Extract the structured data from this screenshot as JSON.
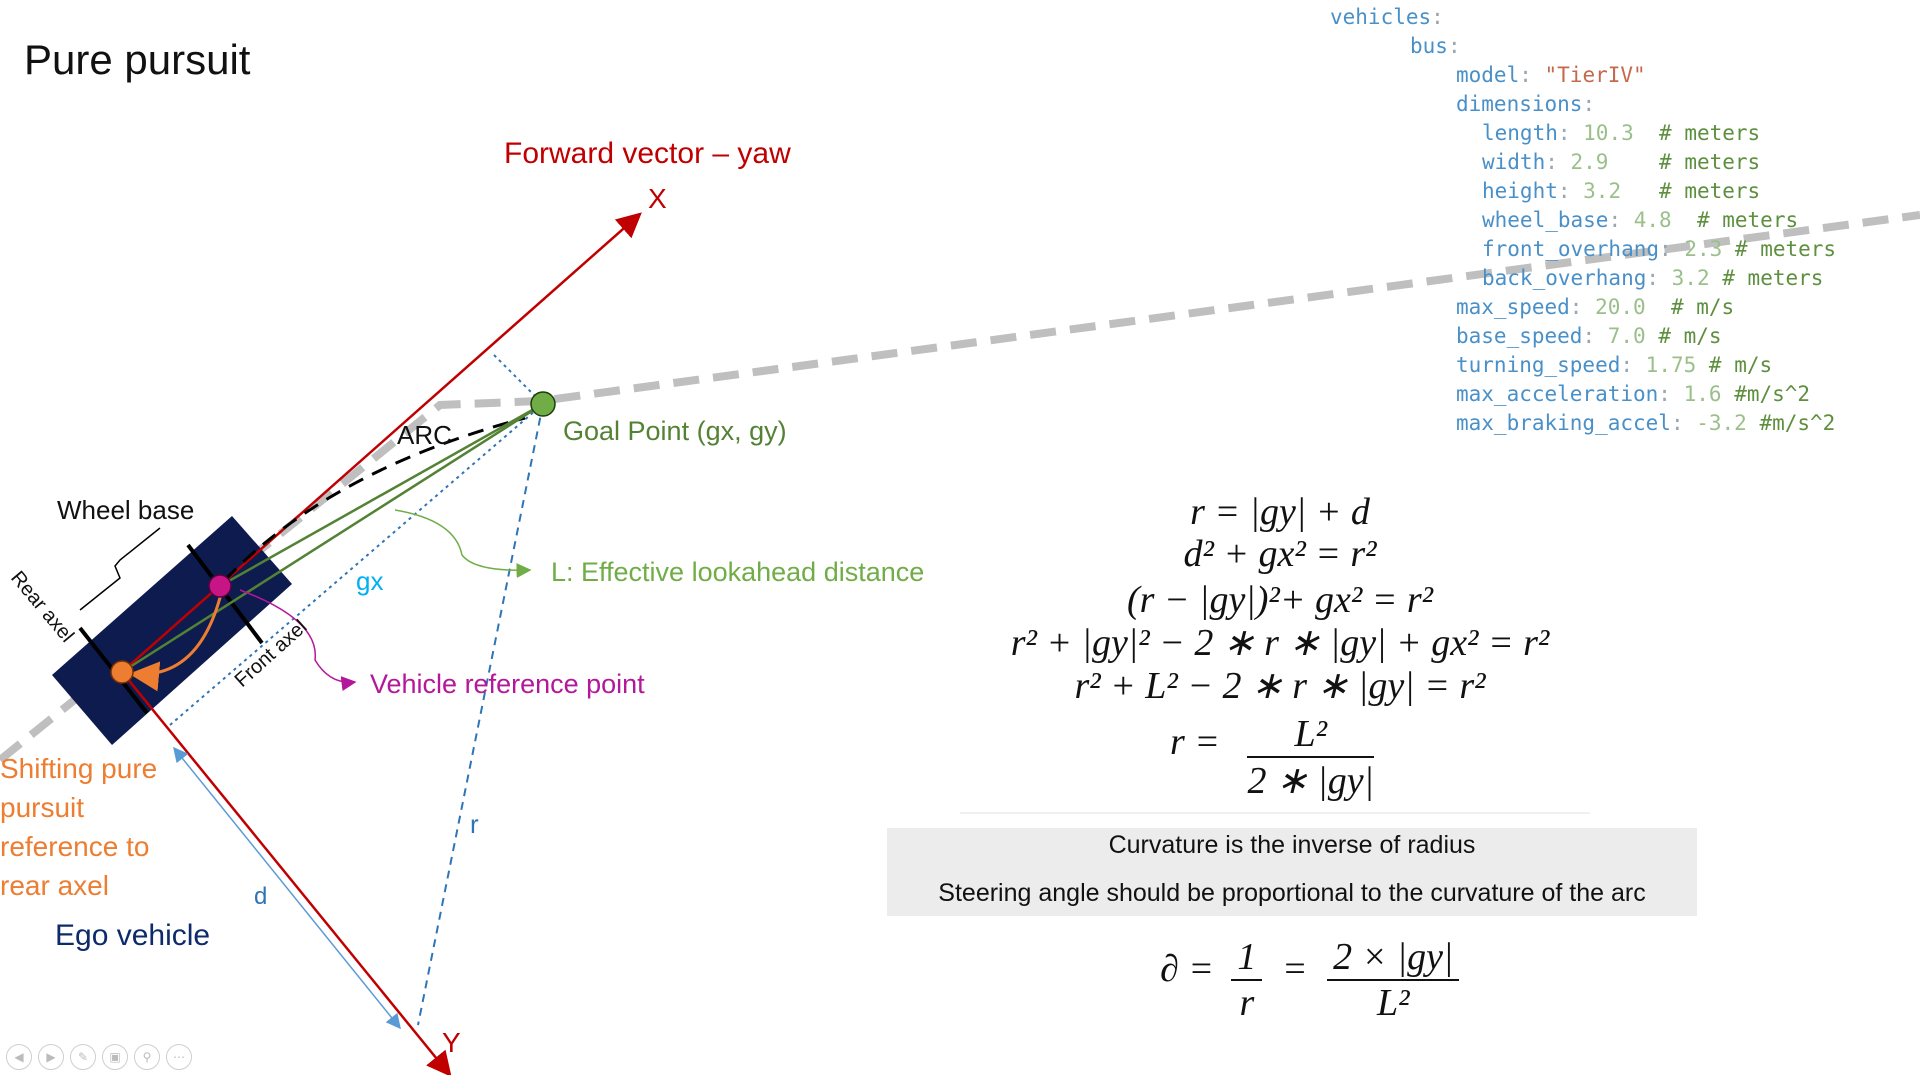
{
  "title": "Pure pursuit",
  "labels": {
    "forward_vector": "Forward vector – yaw",
    "x_axis": "X",
    "y_axis": "Y",
    "arc": "ARC",
    "goal_point": "Goal Point (gx, gy)",
    "wheel_base": "Wheel base",
    "rear_axel": "Rear axel",
    "front_axel": "Front axel",
    "gx": "gx",
    "lookahead": "L: Effective lookahead distance",
    "vehicle_ref": "Vehicle reference point",
    "shift_line1": "Shifting pure",
    "shift_line2": "pursuit",
    "shift_line3": "reference to",
    "shift_line4": "rear axel",
    "ego_vehicle": "Ego vehicle",
    "r": "r",
    "d": "d"
  },
  "config": {
    "vehicles": "vehicles",
    "bus": "bus",
    "model_key": "model",
    "model_val": "\"TierIV\"",
    "dimensions": "dimensions",
    "rows": [
      {
        "key": "length",
        "val": "10.3",
        "comment": "# meters"
      },
      {
        "key": "width",
        "val": "2.9",
        "comment": "# meters"
      },
      {
        "key": "height",
        "val": "3.2",
        "comment": "# meters"
      },
      {
        "key": "wheel_base",
        "val": "4.8",
        "comment": "# meters"
      },
      {
        "key": "front_overhang",
        "val": "2.3",
        "comment": "# meters"
      },
      {
        "key": "back_overhang",
        "val": "3.2",
        "comment": "# meters"
      }
    ],
    "top_rows": [
      {
        "key": "max_speed",
        "val": "20.0",
        "comment": "# m/s"
      },
      {
        "key": "base_speed",
        "val": "7.0",
        "comment": "# m/s"
      },
      {
        "key": "turning_speed",
        "val": "1.75",
        "comment": "# m/s"
      },
      {
        "key": "max_acceleration",
        "val": "1.6",
        "comment": "#m/s^2"
      },
      {
        "key": "max_braking_accel",
        "val": "-3.2",
        "comment": "#m/s^2"
      }
    ]
  },
  "equations": {
    "eq1": "r = |gy| + d",
    "eq2": "d² + gx² = r²",
    "eq3": "(r − |gy|)²+ gx² = r²",
    "eq4": "r² + |gy|² − 2 ∗ r ∗ |gy| + gx² = r²",
    "eq5": "r² + L² − 2 ∗ r ∗ |gy| = r²",
    "eq6_lhs": "r =",
    "eq6_num": "L²",
    "eq6_den": "2 ∗ |gy|",
    "final_lhs": "∂ =",
    "final_f1_num": "1",
    "final_f1_den": "r",
    "final_eq": "=",
    "final_f2_num": "2 × |gy|",
    "final_f2_den": "L²"
  },
  "notes": {
    "line1": "Curvature is the inverse of radius",
    "line2": "Steering angle should be proportional to the curvature of the arc"
  },
  "colors": {
    "red": "#c00000",
    "green": "#548235",
    "light_green": "#70ad47",
    "blue": "#2e75b6",
    "cyan": "#00b0f0",
    "magenta": "#b4189a",
    "orange": "#ed7d31",
    "navy": "#0d1b4f",
    "grey": "#bfbfbf"
  },
  "nav_icons": [
    "prev-icon",
    "next-icon",
    "pen-icon",
    "slides-icon",
    "zoom-icon",
    "more-icon"
  ]
}
